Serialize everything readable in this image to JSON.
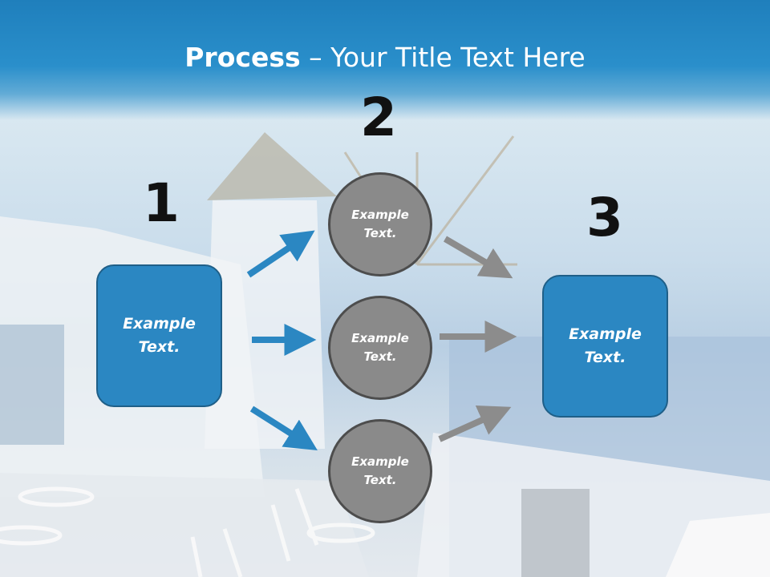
{
  "title": {
    "bold": "Process",
    "rest": " – Your Title Text Here"
  },
  "steps": {
    "one": "1",
    "two": "2",
    "three": "3"
  },
  "left_box": {
    "line1": "Example",
    "line2": "Text."
  },
  "right_box": {
    "line1": "Example",
    "line2": "Text."
  },
  "circles": [
    {
      "line1": "Example",
      "line2": "Text."
    },
    {
      "line1": "Example",
      "line2": "Text."
    },
    {
      "line1": "Example",
      "line2": "Text."
    }
  ],
  "colors": {
    "blue": "#2b87c2",
    "gray": "#8a8a8a",
    "arrow_blue": "#2b87c2",
    "arrow_gray": "#8c8c8c"
  }
}
